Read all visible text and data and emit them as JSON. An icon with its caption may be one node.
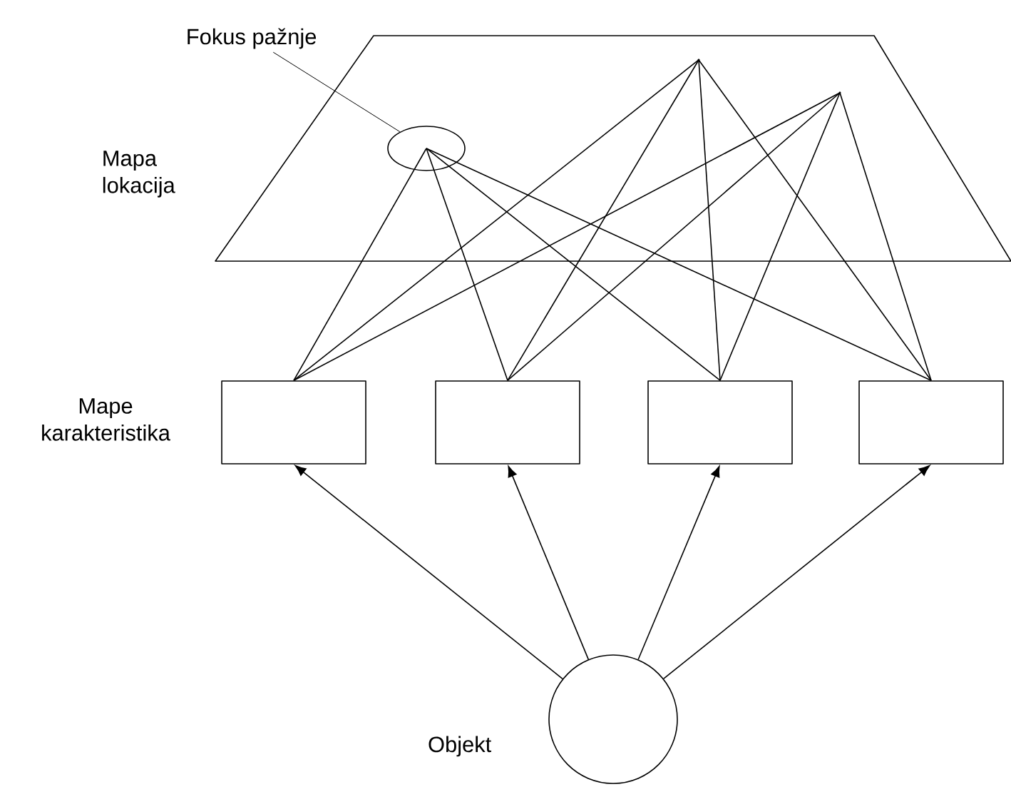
{
  "diagram": {
    "nodes": [
      {
        "text": [],
        "shape": "trapezoid",
        "beside": [
          "Mapa lokacija"
        ]
      },
      {
        "text": [
          "Fokus pažnje"
        ]
      },
      {
        "text": [],
        "shape": "ellipse",
        "in": 0
      },
      {
        "text": [],
        "shape": "point",
        "in": 0
      },
      {
        "text": [],
        "shape": "point",
        "in": 0
      },
      {
        "text": [],
        "shape": "box"
      },
      {
        "text": [],
        "shape": "box"
      },
      {
        "text": [],
        "shape": "box"
      },
      {
        "text": [],
        "shape": "box"
      },
      {
        "text": [],
        "shape": "circle",
        "beside": [
          "Objekt"
        ]
      }
    ],
    "edges": [
      {
        "from": 1,
        "to": 2,
        "arrow": "none"
      },
      {
        "from": 2,
        "to": 5,
        "arrow": "none"
      },
      {
        "from": 2,
        "to": 6,
        "arrow": "none"
      },
      {
        "from": 2,
        "to": 7,
        "arrow": "none"
      },
      {
        "from": 2,
        "to": 8,
        "arrow": "none"
      },
      {
        "from": 3,
        "to": 5,
        "arrow": "none"
      },
      {
        "from": 3,
        "to": 6,
        "arrow": "none"
      },
      {
        "from": 3,
        "to": 7,
        "arrow": "none"
      },
      {
        "from": 3,
        "to": 8,
        "arrow": "none"
      },
      {
        "from": 4,
        "to": 5,
        "arrow": "none"
      },
      {
        "from": 4,
        "to": 6,
        "arrow": "none"
      },
      {
        "from": 4,
        "to": 7,
        "arrow": "none"
      },
      {
        "from": 4,
        "to": 8,
        "arrow": "none"
      },
      {
        "from": 9,
        "to": 5,
        "arrow": "to"
      },
      {
        "from": 9,
        "to": 6,
        "arrow": "to"
      },
      {
        "from": 9,
        "to": 7,
        "arrow": "to"
      },
      {
        "from": 9,
        "to": 8,
        "arrow": "to"
      }
    ],
    "labels": [
      "Mape karakteristika"
    ]
  }
}
